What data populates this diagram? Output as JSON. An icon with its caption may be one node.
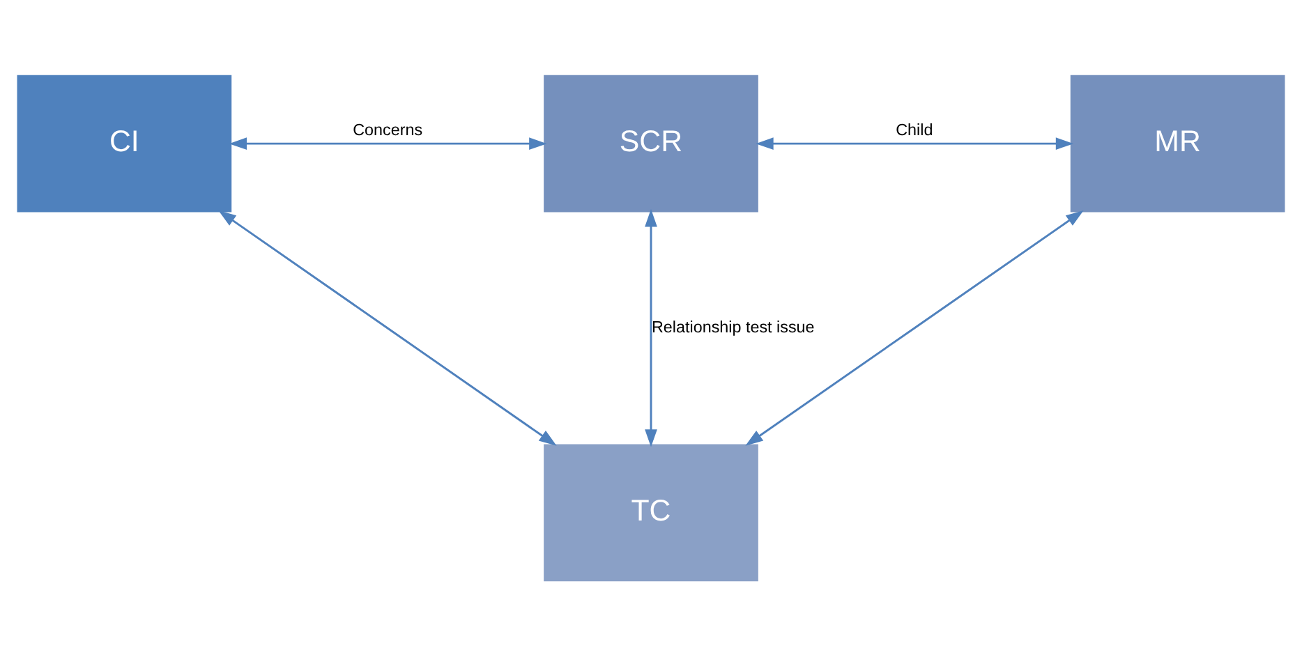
{
  "diagram": {
    "nodes": [
      {
        "text": [
          "CI"
        ]
      },
      {
        "text": [
          "SCR"
        ]
      },
      {
        "text": [
          "MR"
        ]
      },
      {
        "text": [
          "TC"
        ]
      }
    ],
    "edges": [
      {
        "from": 0,
        "to": 1,
        "arrow": "both",
        "label": "Concerns"
      },
      {
        "from": 1,
        "to": 2,
        "arrow": "both",
        "label": "Child"
      },
      {
        "from": 0,
        "to": 3,
        "arrow": "both"
      },
      {
        "from": 1,
        "to": 3,
        "arrow": "both",
        "label": "Relationship test issue"
      },
      {
        "from": 2,
        "to": 3,
        "arrow": "both"
      }
    ]
  }
}
